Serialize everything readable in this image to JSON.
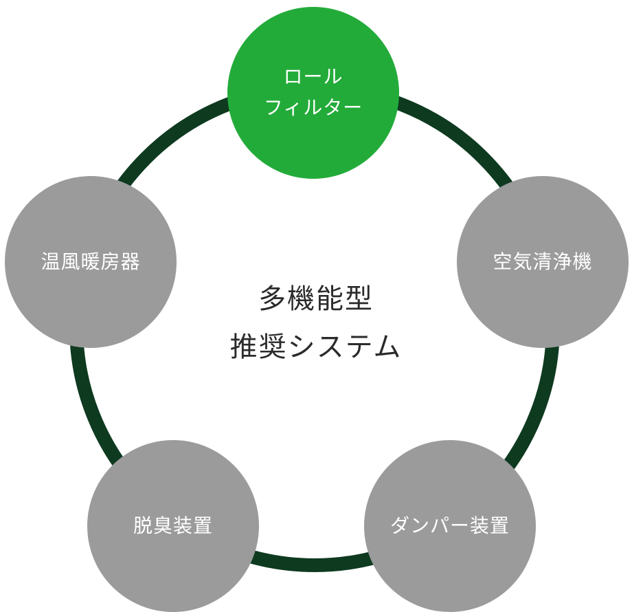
{
  "colors": {
    "ring": "#0e3a20",
    "active_node": "#23ab3a",
    "inactive_node": "#9b9b9b",
    "node_text": "#ffffff",
    "center_text": "#2b2b2b"
  },
  "center": {
    "line1": "多機能型",
    "line2": "推奨システム"
  },
  "nodes": {
    "roll_filter": {
      "line1": "ロール",
      "line2": "フィルター",
      "highlighted": true
    },
    "air_purifier": {
      "label": "空気清浄機",
      "highlighted": false
    },
    "damper": {
      "label": "ダンパー装置",
      "highlighted": false
    },
    "deodorizer": {
      "label": "脱臭装置",
      "highlighted": false
    },
    "heater": {
      "label": "温風暖房器",
      "highlighted": false
    }
  }
}
